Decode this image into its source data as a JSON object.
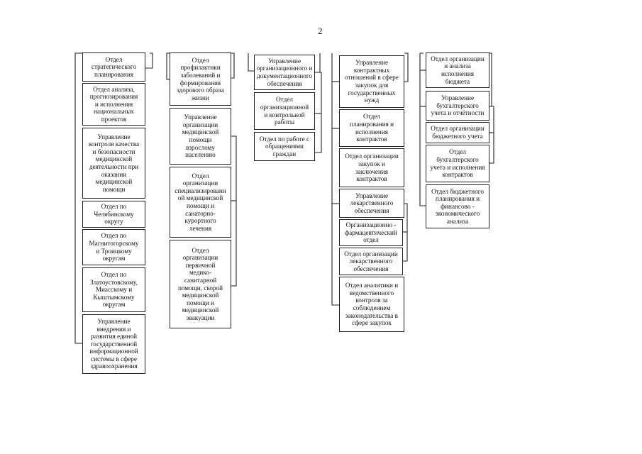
{
  "page_number": "2",
  "columns": [
    {
      "boxes": [
        "Отдел\nстратегического\nпланирования",
        "Отдел анализа,\nпрогнозирования\nи исполнения\nнациональных\nпроектов",
        "Управление\nконтроля качества\nи безопасности\nмедицинской\nдеятельности при\nоказании\nмедицинской\nпомощи",
        "Отдел по\nЧелябинскому\nокругу",
        "Отдел по\nМагнитогорскому\nи Троицкому\nокругам",
        "Отдел по\nЗлатоустовскому,\nМиасскому и\nКыштымскому\nокругам",
        "Управление\nвнедрения и\nразвития единой\nгосударственной\nинформационной\nсистемы в сфере\nздравоохранения"
      ]
    },
    {
      "boxes": [
        "Отдел\nпрофилактики\nзаболеваний и\nформирования\nздорового образа\nжизни",
        "Управление\nорганизации\nмедицинской\nпомощи\nвзрослому\nнаселению",
        "Отдел\nорганизации\nспециализированн\nой медицинской\nпомощи и\nсанаторно-\nкурортного\nлечения",
        "Отдел\nорганизации\nпервичной\nмедико-\nсанитарной\nпомощи, скорой\nмедицинской\nпомощи и\nмедицинской\nэвакуации"
      ]
    },
    {
      "boxes": [
        "Управление\nорганизационного и\nдокументационного\nобеспечения",
        "Отдел\nорганизационной\nи контрольной\nработы",
        "Отдел по работе с\nобращениями\nграждан"
      ]
    },
    {
      "boxes": [
        "Управление\nконтрактных\nотношений в сфере\nзакупок для\nгосударственных\nнужд",
        "Отдел\nпланирования и\nисполнения\nконтрактов",
        "Отдел организации\nзакупок и\nзаключения\nконтрактов",
        "Управление\nлекарственного\nобеспечения",
        "Организационно -\nфармацевтический\nотдел",
        "Отдел организации\nлекарственного\nобеспечения",
        "Отдел аналитики и\nведомственного\nконтроля за\nсоблюдением\nзаконодательства в\nсфере закупок"
      ]
    },
    {
      "boxes": [
        "Отдел организации\nи анализа\nисполнения\nбюджета",
        "Управление\nбухгалтерского\nучета и отчётности",
        "Отдел организации\nбюджетного учета",
        "Отдел\nбухгалтерского\nучета и исполнения\nконтрактов",
        "Отдел бюджетного\nпланирования и\nфинансово -\nэкономического\nанализа"
      ]
    }
  ]
}
